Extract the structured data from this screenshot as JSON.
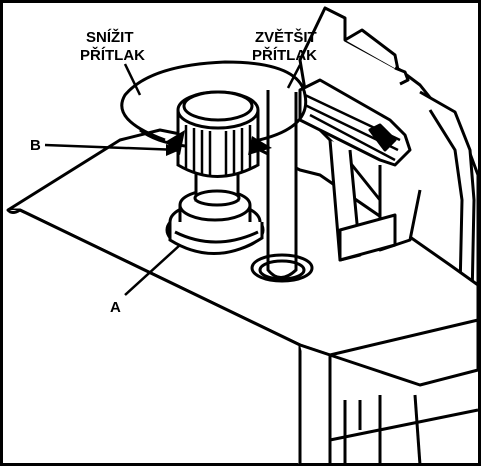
{
  "labels": {
    "decrease_pressure_line1": "SNÍŽIT",
    "decrease_pressure_line2": "PŘÍTLAK",
    "increase_pressure_line1": "ZVĚTŠIT",
    "increase_pressure_line2": "PŘÍTLAK",
    "callout_a": "A",
    "callout_b": "B"
  },
  "colors": {
    "ink": "#000000",
    "paper": "#ffffff"
  }
}
